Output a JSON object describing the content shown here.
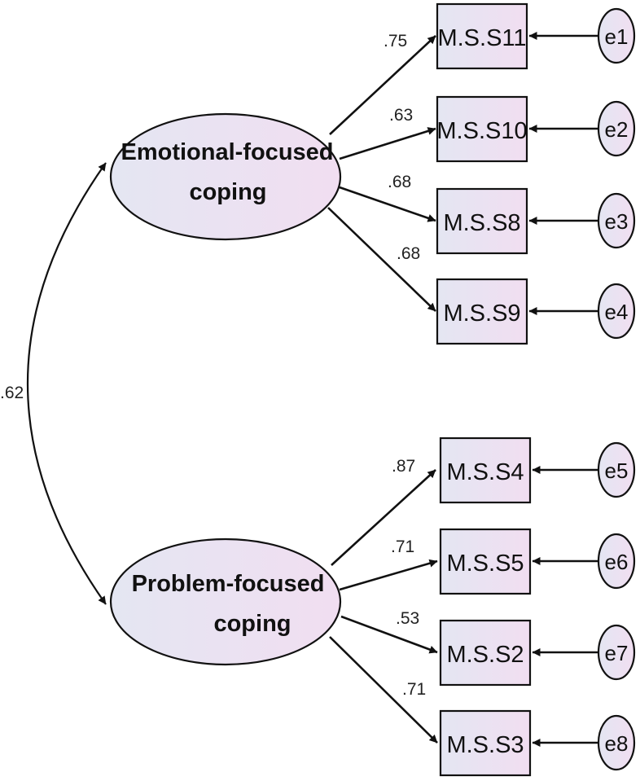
{
  "latents": [
    {
      "id": "emotional",
      "line1": "Emotional-focused",
      "line2": "coping"
    },
    {
      "id": "problem",
      "line1": "Problem-focused",
      "line2": "coping"
    }
  ],
  "correlation": ".62",
  "emotional_indicators": [
    {
      "label": "M.S.S11",
      "loading": ".75",
      "error": "e1"
    },
    {
      "label": "M.S.S10",
      "loading": ".63",
      "error": "e2"
    },
    {
      "label": "M.S.S8",
      "loading": ".68",
      "error": "e3"
    },
    {
      "label": "M.S.S9",
      "loading": ".68",
      "error": "e4"
    }
  ],
  "problem_indicators": [
    {
      "label": "M.S.S4",
      "loading": ".87",
      "error": "e5"
    },
    {
      "label": "M.S.S5",
      "loading": ".71",
      "error": "e6"
    },
    {
      "label": "M.S.S2",
      "loading": ".53",
      "error": "e7"
    },
    {
      "label": "M.S.S3",
      "loading": ".71",
      "error": "e8"
    }
  ],
  "colors": {
    "fill_start": "#e4e6f2",
    "fill_end": "#f1def1",
    "stroke": "#111111"
  }
}
